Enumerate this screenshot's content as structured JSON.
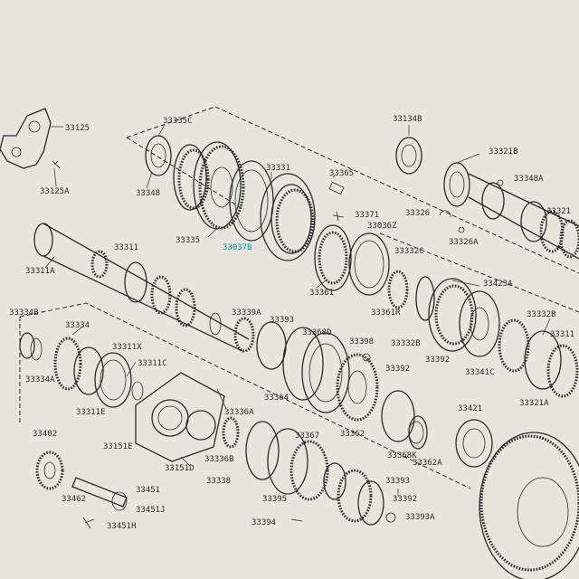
{
  "diagram": {
    "labels": {
      "p33125": "33125",
      "p33125A": "33125A",
      "p33335C": "33335C",
      "p33348": "33348",
      "p33331": "33331",
      "p33335": "33335",
      "p33037B": "33037B",
      "p33365": "33365",
      "p33371": "33371",
      "p33036Z": "33036Z",
      "p33134B": "33134B",
      "p33321B": "33321B",
      "p33348A": "33348A",
      "p33326": "33326",
      "p33326A": "33326A",
      "p33321": "33321",
      "p33311": "33311",
      "p33311A": "33311A",
      "p33332C": "33332C",
      "p33361": "33361",
      "p33361R": "33361R",
      "p33423A": "33423A",
      "p33334B": "33334B",
      "p33334": "33334",
      "p33334A": "33334A",
      "p33311X": "33311X",
      "p33311C": "33311C",
      "p33311E": "33311E",
      "p33339A": "33339A",
      "p33393": "33393",
      "p33368D": "33368D",
      "p33398": "33398",
      "p33332B": "33332B",
      "p33392": "33392",
      "p33392b": "33392",
      "p33341C": "33341C",
      "p33332B2": "33332B",
      "p33321A": "33321A",
      "p33364": "33364",
      "p33362": "33362",
      "p33368K": "33368K",
      "p33362A": "33362A",
      "p33421": "33421",
      "p33402": "33402",
      "p33151E": "33151E",
      "p33151D": "33151D",
      "p33336A": "33336A",
      "p33336B": "33336B",
      "p33367": "33367",
      "p33338": "33338",
      "p33393b": "33393",
      "p33395": "33395",
      "p33392c": "33392",
      "p33394": "33394",
      "p33393A": "33393A",
      "p33451": "33451",
      "p33462": "33462",
      "p33451J": "33451J",
      "p33451H": "33451H"
    }
  }
}
